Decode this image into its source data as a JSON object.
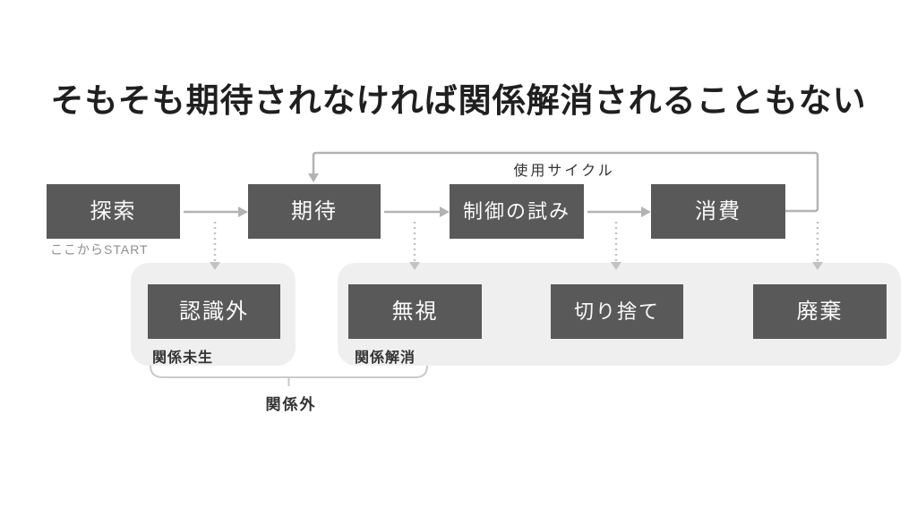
{
  "title": "そもそも期待されなければ関係解消されることもない",
  "start_note": "ここからSTART",
  "cycle_label": "使用サイクル",
  "bracket_label": "関係外",
  "stages": [
    {
      "label": "探索"
    },
    {
      "label": "期待"
    },
    {
      "label": "制御の試み"
    },
    {
      "label": "消費"
    }
  ],
  "exits": [
    {
      "label": "認識外"
    },
    {
      "label": "無視"
    },
    {
      "label": "切り捨て"
    },
    {
      "label": "廃棄"
    }
  ],
  "groups": [
    {
      "label": "関係未生"
    },
    {
      "label": "関係解消"
    }
  ],
  "colors": {
    "box_bg": "#595959",
    "box_text": "#fafafa",
    "container_bg": "#efefef",
    "arrow": "#b3b3b3",
    "dotted_arrow": "#c2c2c2",
    "bracket": "#c9c9c9",
    "title_text": "#1f1f1f",
    "label_text": "#333333",
    "muted_text": "#8f8f8f",
    "page_bg": "#ffffff"
  }
}
